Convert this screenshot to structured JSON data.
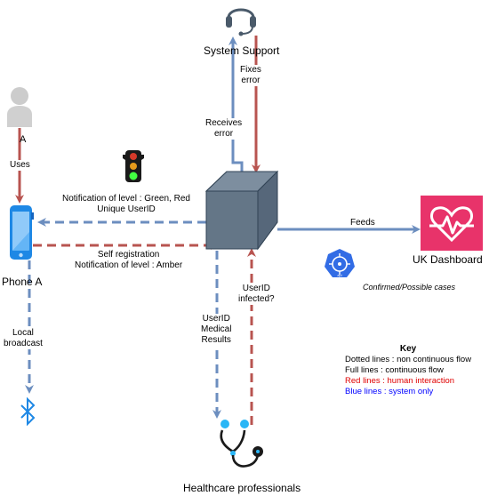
{
  "nodes": {
    "system_support": "System Support",
    "person_a": "A",
    "phone_a": "Phone A",
    "uk_dashboard": "UK Dashboard",
    "healthcare": "Healthcare professionals"
  },
  "edges": {
    "fixes_error": [
      "Fixes",
      "error"
    ],
    "receives_error": [
      "Receives",
      "error"
    ],
    "uses": "Uses",
    "notification_green_red": [
      "Notification of level : Green, Red",
      "Unique UserID"
    ],
    "self_registration": [
      "Self registration",
      "Notification of level : Amber"
    ],
    "feeds": "Feeds",
    "local_broadcast": [
      "Local",
      "broadcast"
    ],
    "userid_medical_results": [
      "UserID",
      "Medical",
      "Results"
    ],
    "userid_infected": [
      "UserID",
      "infected?"
    ]
  },
  "annotation": "Confirmed/Possible cases",
  "key": {
    "title": "Key",
    "lines": [
      "Dotted lines : non continuous flow",
      "Full lines : continuous flow",
      "Red lines : human interaction",
      "Blue lines : system only"
    ]
  },
  "colors": {
    "blue_line": "#6c8ebf",
    "red_line": "#b85450",
    "cube": "#647687",
    "dashboard": "#e8336a",
    "bluetooth": "#1e88e5",
    "phone": "#1e88e5",
    "person": "#c8c8c8"
  },
  "icons": [
    "headset-icon",
    "person-icon",
    "traffic-light-icon",
    "server-cube-icon",
    "phone-icon",
    "health-dashboard-icon",
    "kubernetes-api-icon",
    "bluetooth-icon",
    "stethoscope-icon"
  ]
}
